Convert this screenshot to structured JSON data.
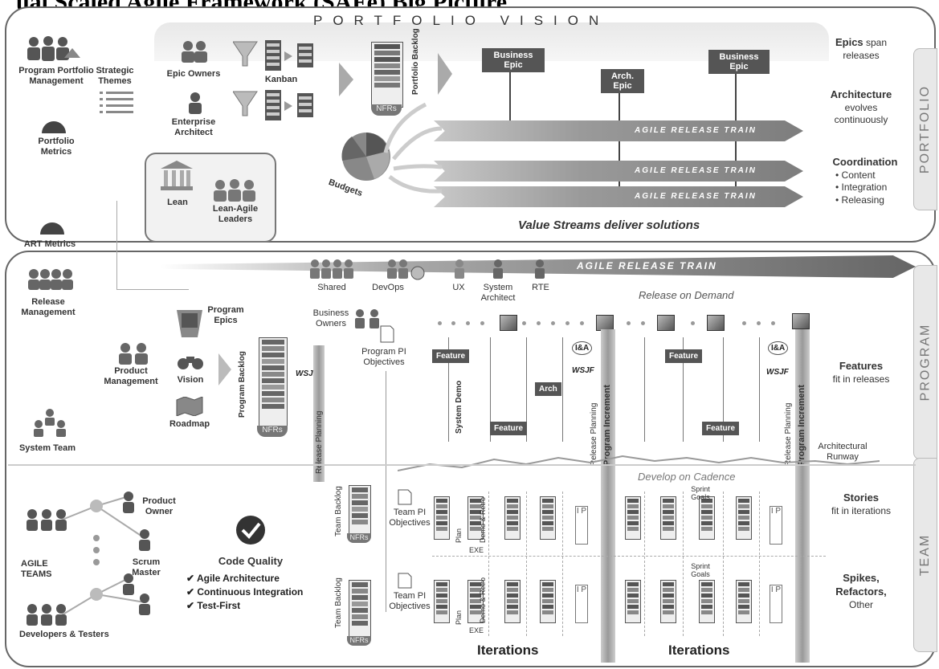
{
  "header_partial": "ual Scaled Agile Framework (SAFe) Big Picture",
  "portfolio": {
    "title": "PORTFOLIO VISION",
    "tab": "PORTFOLIO",
    "ppm": "Program Portfolio Management",
    "strategic_themes": "Strategic Themes",
    "portfolio_metrics": "Portfolio Metrics",
    "epic_owners": "Epic Owners",
    "enterprise_architect": "Enterprise Architect",
    "kanban": "Kanban",
    "nfrs": "NFRs",
    "portfolio_backlog": "Portfolio Backlog",
    "business_epic_1": "Business Epic",
    "arch_epic": "Arch. Epic",
    "business_epic_2": "Business Epic",
    "art": "AGILE RELEASE TRAIN",
    "budgets": "Budgets",
    "value_streams": "Value Streams deliver solutions",
    "lean": "Lean",
    "lean_agile_leaders": "Lean-Agile Leaders",
    "right": {
      "epics_hd": "Epics",
      "epics_rest": "span releases",
      "arch_hd": "Architecture",
      "arch_rest": "evolves continuously",
      "coord_hd": "Coordination",
      "coord_items": [
        "Content",
        "Integration",
        "Releasing"
      ]
    }
  },
  "program": {
    "tab": "PROGRAM",
    "art_metrics": "ART Metrics",
    "release_mgmt": "Release Management",
    "system_team": "System Team",
    "art": "AGILE RELEASE TRAIN",
    "shared": "Shared",
    "devops": "DevOps",
    "ux": "UX",
    "system_architect": "System Architect",
    "rte": "RTE",
    "release_on_demand": "Release on Demand",
    "program_epics": "Program Epics",
    "business_owners": "Business Owners",
    "program_pi_objectives": "Program PI Objectives",
    "product_mgmt": "Product Management",
    "vision": "Vision",
    "roadmap": "Roadmap",
    "program_backlog": "Program Backlog",
    "nfrs": "NFRs",
    "wsjf": "WSJF",
    "release_planning": "Release Planning",
    "system_demo": "System Demo",
    "program_increment": "Program Increment",
    "feature": "Feature",
    "arch": "Arch",
    "ia": "I&A",
    "arch_runway": "Architectural Runway",
    "right": {
      "features_hd": "Features",
      "features_rest": "fit in releases"
    }
  },
  "team": {
    "tab": "TEAM",
    "product_owner": "Product Owner",
    "scrum_master": "Scrum Master",
    "agile_teams": "AGILE TEAMS",
    "dev_testers": "Developers & Testers",
    "code_quality": "Code Quality",
    "practices": [
      "Agile Architecture",
      "Continuous Integration",
      "Test-First"
    ],
    "team_backlog": "Team Backlog",
    "nfrs": "NFRs",
    "team_pi_objectives": "Team PI Objectives",
    "develop_on_cadence": "Develop on Cadence",
    "sprint_goals": "Sprint Goals",
    "plan": "Plan",
    "exe": "EXE",
    "demo_retro": "Demo & Retro",
    "ip": "I P",
    "iterations": "Iterations",
    "right": {
      "stories_hd": "Stories",
      "stories_rest": "fit in iterations",
      "spikes_hd": "Spikes, Refactors,",
      "spikes_rest": "Other"
    }
  },
  "colors": {
    "dark": "#555555",
    "mid": "#999999",
    "light": "#e6e6e6",
    "text": "#333333"
  }
}
